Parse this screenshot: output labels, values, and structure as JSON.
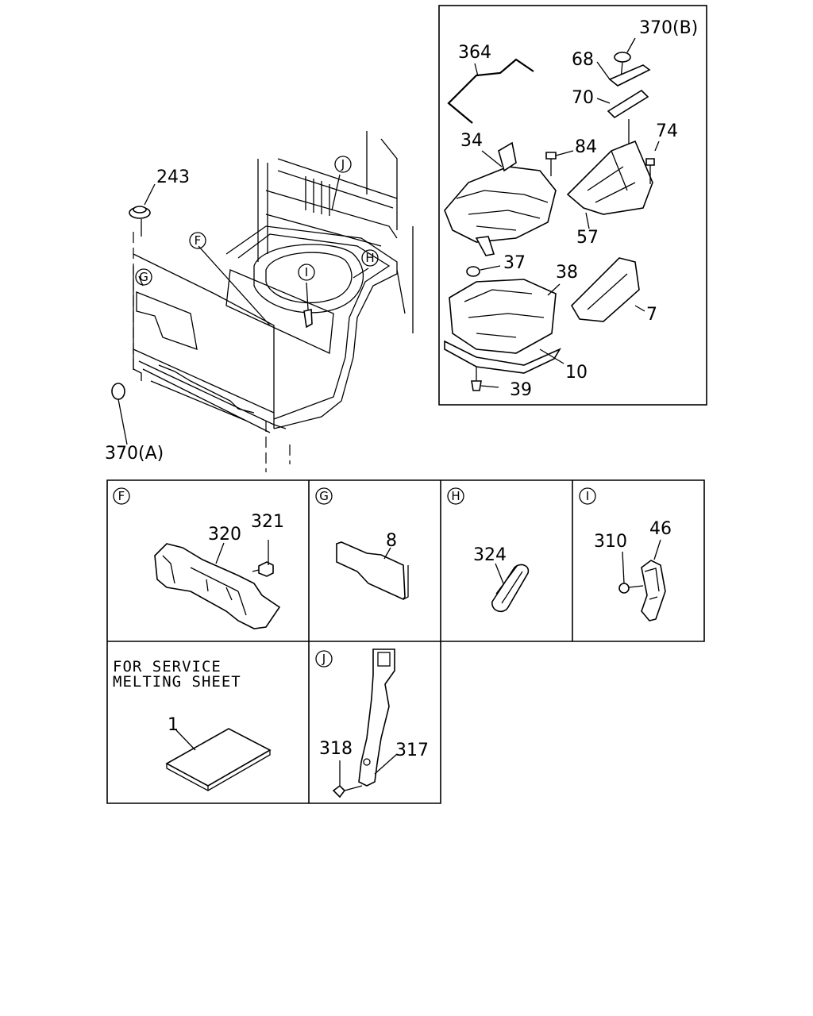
{
  "main_view": {
    "labels": {
      "p243": "243",
      "p370a": "370(A)"
    },
    "callouts": {
      "F": "F",
      "G": "G",
      "H": "H",
      "I": "I",
      "J": "J"
    }
  },
  "inset_top": {
    "labels": {
      "p364": "364",
      "p370b": "370(B)",
      "p68": "68",
      "p70": "70",
      "p34": "34",
      "p84": "84",
      "p74": "74",
      "p57": "57",
      "p37": "37",
      "p38": "38",
      "p7": "7",
      "p10": "10",
      "p39": "39"
    }
  },
  "detail_panels": {
    "F": {
      "letter": "F",
      "labels": [
        "320",
        "321"
      ]
    },
    "G": {
      "letter": "G",
      "labels": [
        "8"
      ]
    },
    "H": {
      "letter": "H",
      "labels": [
        "324"
      ]
    },
    "I": {
      "letter": "I",
      "labels": [
        "310",
        "46"
      ]
    },
    "service": {
      "note_line1": "FOR SERVICE",
      "note_line2": "MELTING SHEET",
      "label": "1"
    },
    "J": {
      "letter": "J",
      "labels": [
        "318",
        "317"
      ]
    }
  }
}
